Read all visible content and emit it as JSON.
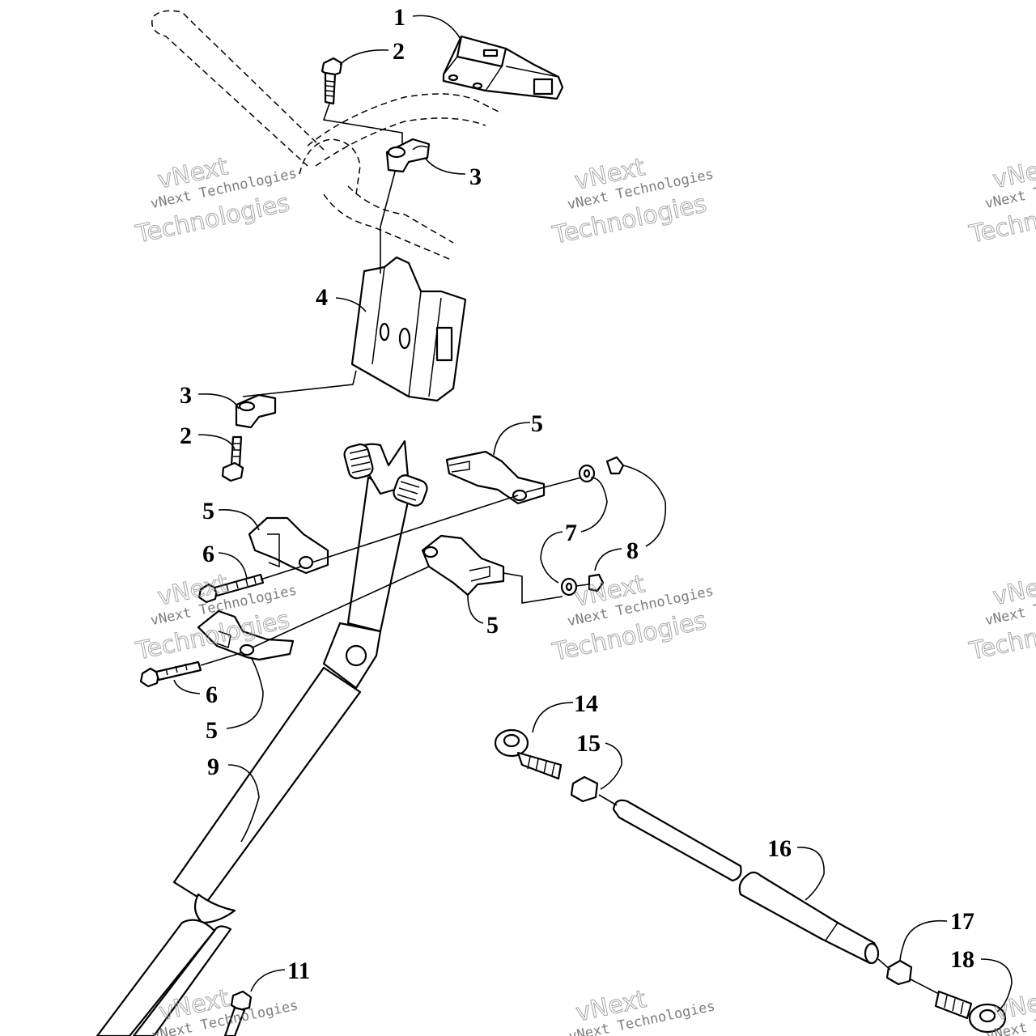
{
  "callouts": {
    "c1": "1",
    "c2a": "2",
    "c3a": "3",
    "c4": "4",
    "c3b": "3",
    "c2b": "2",
    "c5a": "5",
    "c5b": "5",
    "c6a": "6",
    "c7": "7",
    "c8": "8",
    "c5c": "5",
    "c6b": "6",
    "c5d": "5",
    "c9": "9",
    "c14": "14",
    "c15": "15",
    "c16": "16",
    "c17": "17",
    "c18": "18",
    "c11": "11"
  },
  "watermark": {
    "brand": "vNext",
    "line": "vNext Technologies",
    "word": "Technologies"
  }
}
